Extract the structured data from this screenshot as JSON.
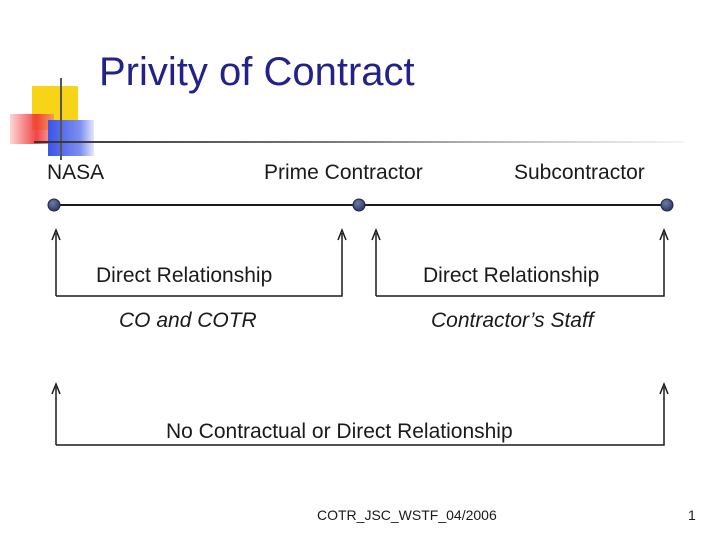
{
  "title": "Privity of Contract",
  "parties": {
    "nasa": "NASA",
    "prime": "Prime Contractor",
    "sub": "Subcontractor"
  },
  "relationships": {
    "left_label": "Direct Relationship",
    "left_sub": "CO and COTR",
    "right_label": "Direct Relationship",
    "right_sub": "Contractor’s Staff",
    "bottom_label": "No Contractual or Direct Relationship"
  },
  "footer": {
    "text": "COTR_JSC_WSTF_04/2006",
    "page": "1"
  },
  "colors": {
    "title": "#22228a",
    "logo_yellow": "#f7d417",
    "logo_red": "#f03c3c",
    "logo_blue": "#3b55e6",
    "node_fill": "#2f3a66"
  }
}
